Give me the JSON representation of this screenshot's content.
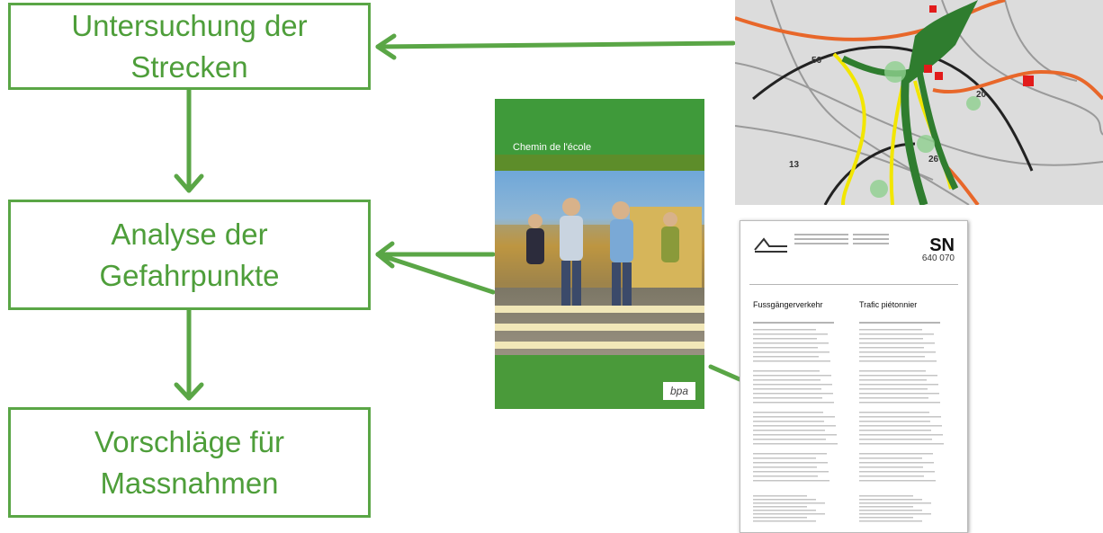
{
  "flow": {
    "step1": [
      "Untersuchung der",
      "Strecken"
    ],
    "step2": [
      "Analyse der",
      "Gefahrpunkte"
    ],
    "step3": [
      "Vorschläge für",
      "Massnahmen"
    ]
  },
  "brochure": {
    "title": "Chemin de l'école",
    "logo": "bpa"
  },
  "map": {
    "labels": [
      "56",
      "20",
      "26",
      "13"
    ]
  },
  "norm_document": {
    "code": "SN",
    "number": "640 070",
    "title_de": "Fussgängerverkehr",
    "title_fr": "Trafic piétonnier"
  },
  "colors": {
    "green": "#5aa646",
    "map_green": "#2f7d2f",
    "map_yellow": "#f2e600",
    "map_orange": "#e8672a",
    "map_red": "#e21b1b"
  }
}
